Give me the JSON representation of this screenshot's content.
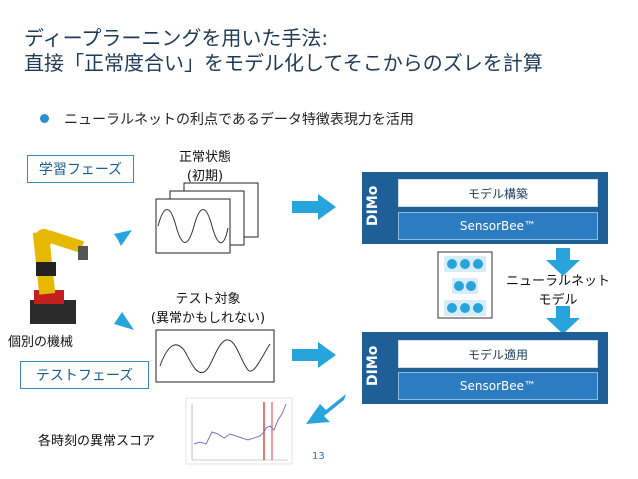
{
  "title": {
    "line1": "ディープラーニングを用いた手法:",
    "line2": "直接「正常度合い」をモデル化してそこからのズレを計算"
  },
  "bullet": "ニューラルネットの利点であるデータ特徴表現力を活用",
  "learning_phase": "学習フェーズ",
  "test_phase": "テストフェーズ",
  "normal_state": {
    "line1": "正常状態",
    "line2": "(初期)"
  },
  "test_target": {
    "line1": "テスト対象",
    "line2": "(異常かもしれない)"
  },
  "machine_label": "個別の機械",
  "anomaly_score_label": "各時刻の異常スコア",
  "dimo_top": {
    "vertical": "DIMo",
    "box1": "モデル構築",
    "box2": "SensorBee™"
  },
  "dimo_bottom": {
    "vertical": "DIMo",
    "box1": "モデル適用",
    "box2": "SensorBee™"
  },
  "nn_label": {
    "line1": "ニューラルネット",
    "line2": "モデル"
  },
  "page_number": "13",
  "colors": {
    "title": "#1f3b57",
    "accent": "#2f8ed1",
    "dimo": "#1f5f98",
    "arrow": "#27a4dc"
  }
}
